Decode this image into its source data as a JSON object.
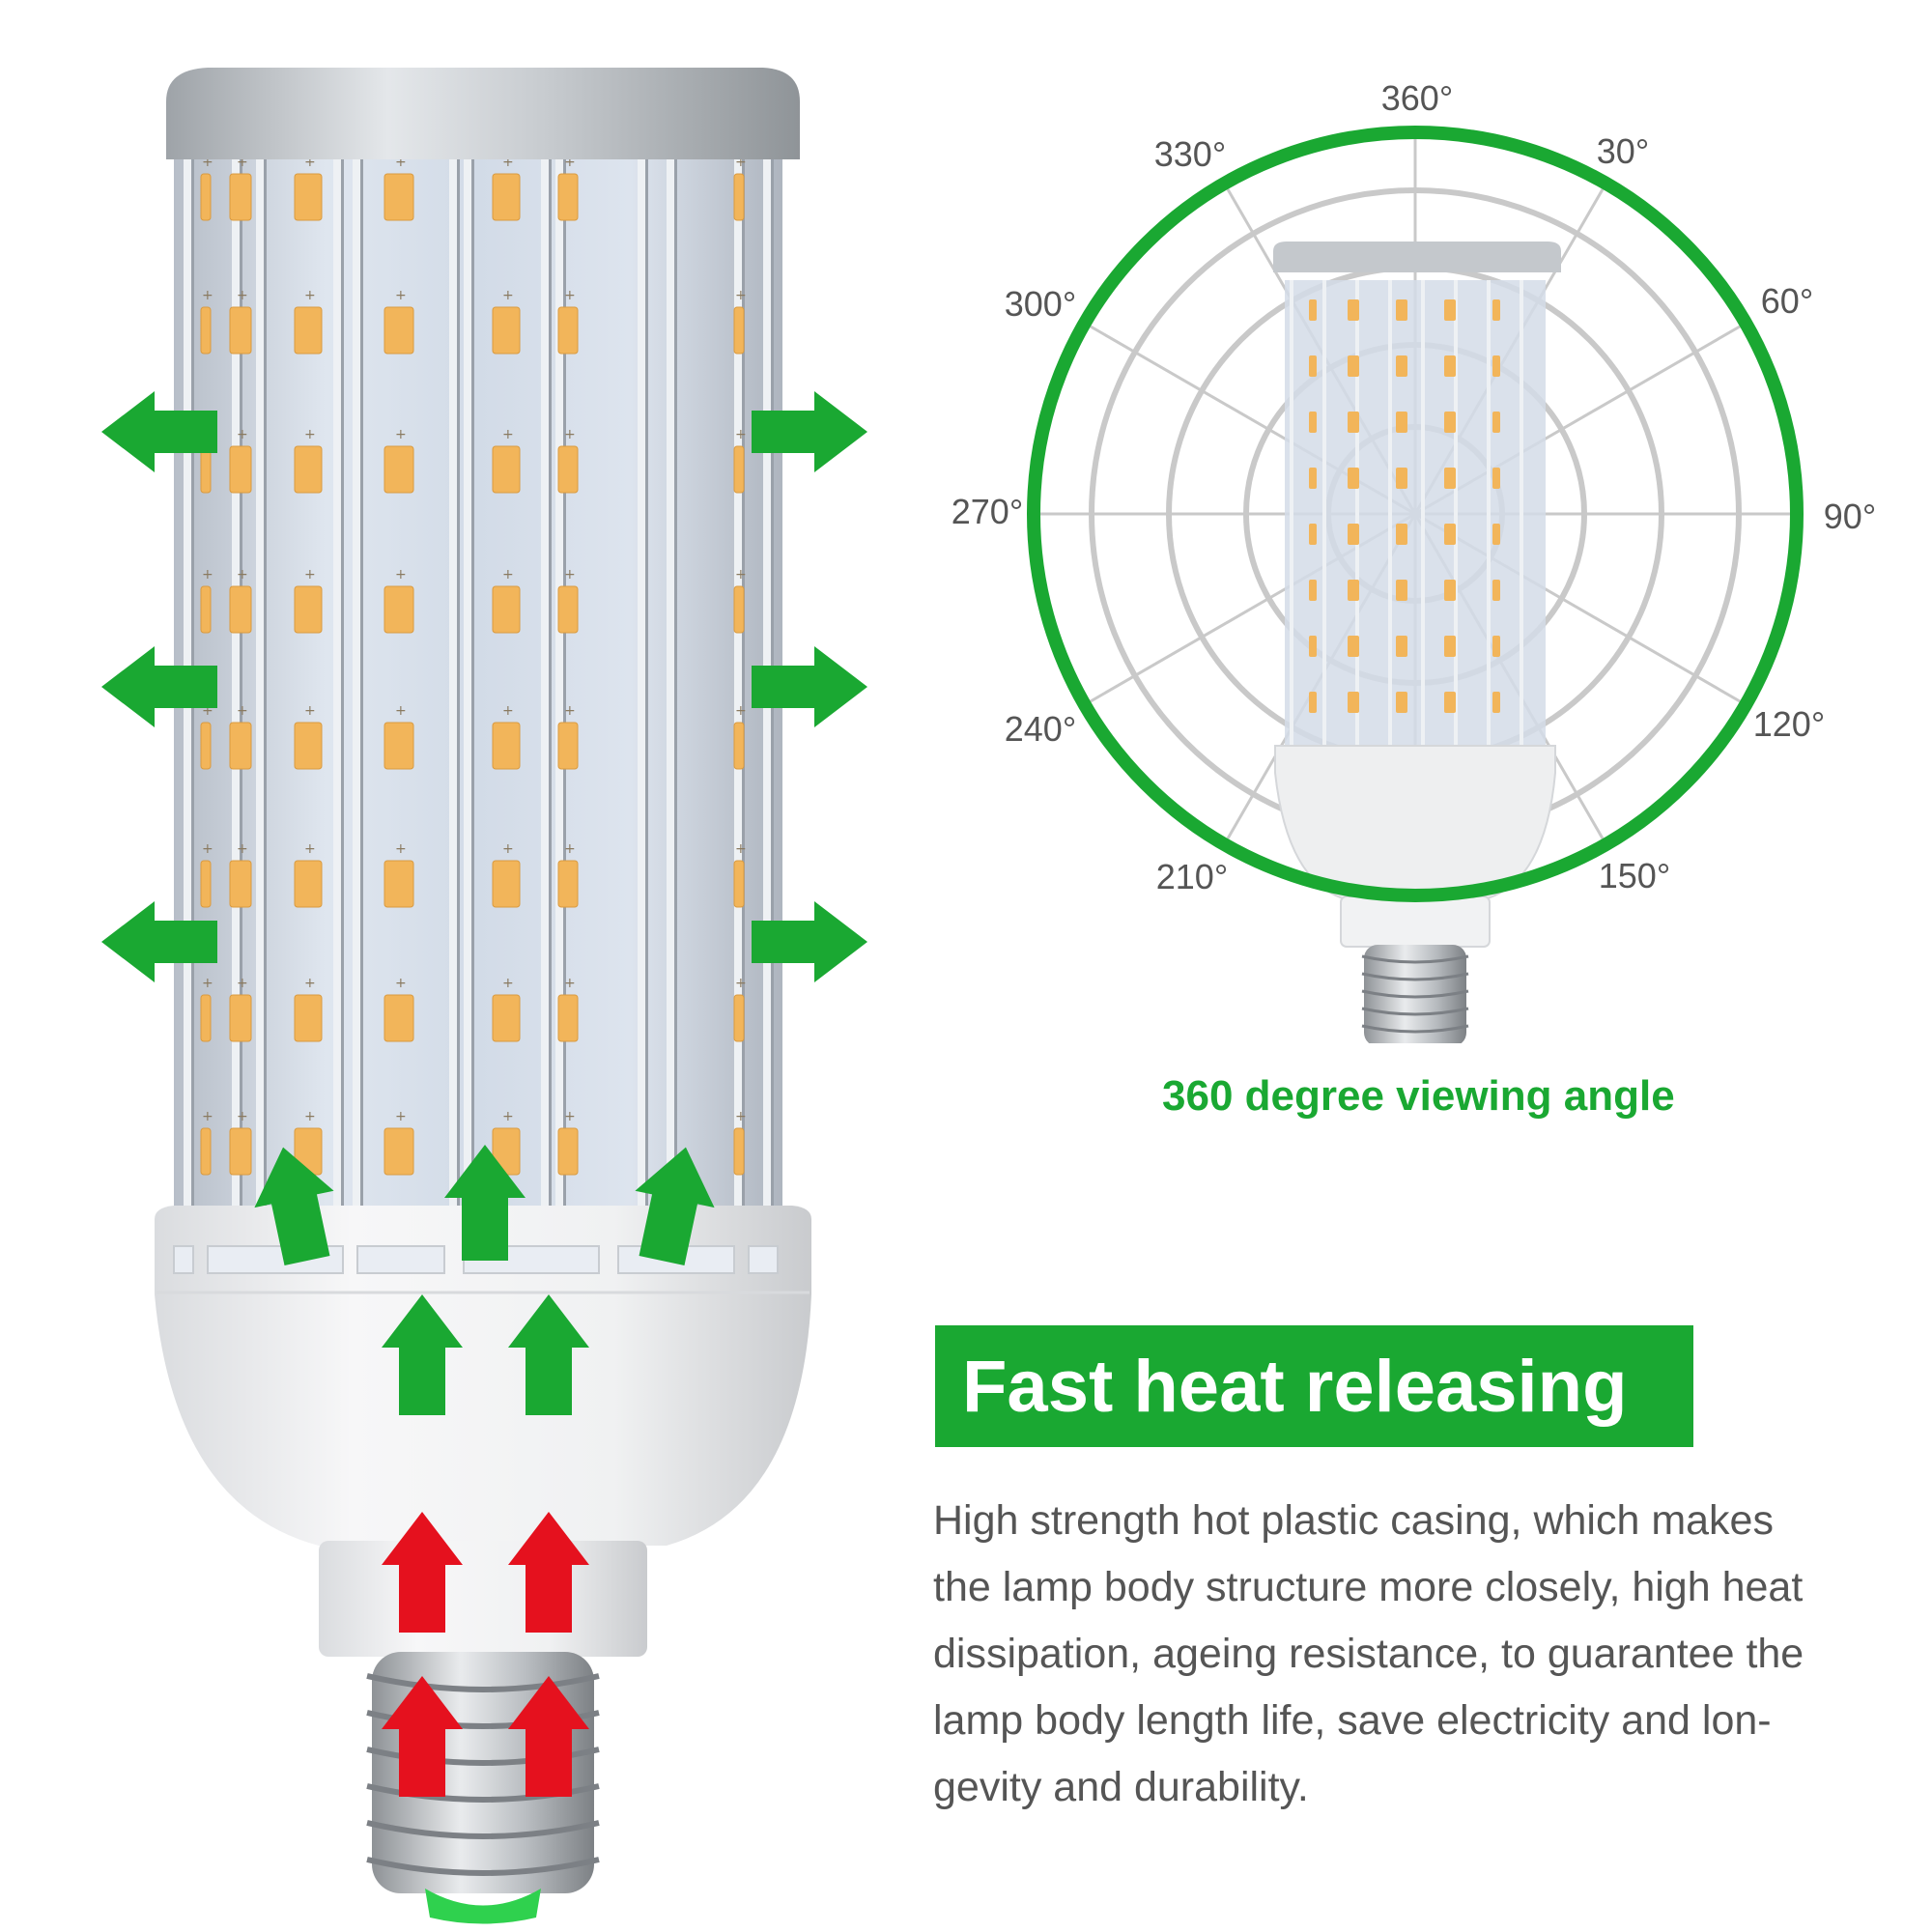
{
  "colors": {
    "accent_green": "#1aa832",
    "heat_red": "#e5111e",
    "text_gray": "#555555",
    "led_amber": "#f2b55a",
    "aluminum": "#c4c8cc"
  },
  "polar_diagram": {
    "angle_labels": [
      "360°",
      "30°",
      "60°",
      "90°",
      "120°",
      "150°",
      "210°",
      "240°",
      "270°",
      "300°",
      "330°"
    ],
    "caption": "360 degree viewing angle"
  },
  "feature": {
    "title": "Fast heat releasing",
    "description_lines": [
      "High strength hot plastic casing, which makes",
      "the lamp body structure more closely, high heat",
      "dissipation, ageing resistance, to guarantee the",
      "lamp body length life, save electricity and lon-",
      "gevity and durability."
    ]
  },
  "icons": {
    "airflow_out": "green-arrow-icon",
    "airflow_in": "green-up-arrow-icon",
    "heat_source": "red-up-arrow-icon"
  }
}
